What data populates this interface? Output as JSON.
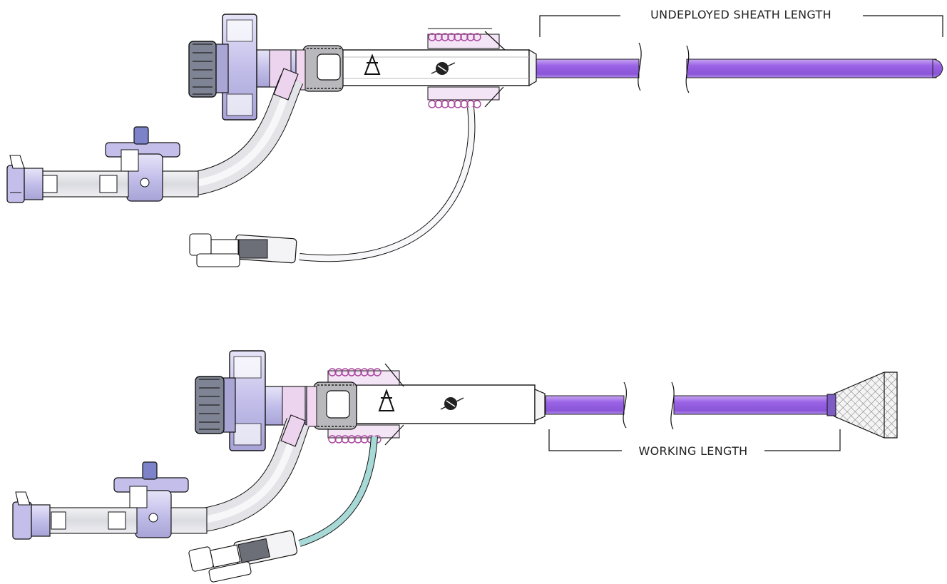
{
  "dimensions": {
    "undeployed_label": "UNDEPLOYED SHEATH LENGTH",
    "working_label": "WORKING LENGTH"
  },
  "colors": {
    "sheath_purple": "#9b63e6",
    "sheath_purple_light": "#c7a6f2",
    "hub_lavender": "#c9c6ee",
    "hub_pink": "#ecd3ee",
    "cap_gray": "#8a8f9e",
    "flush_line_teal": "#a7d9d7",
    "line": "#111111"
  },
  "devices": [
    {
      "name": "device-undeployed",
      "state": "undeployed",
      "funnel": false
    },
    {
      "name": "device-deployed",
      "state": "deployed",
      "funnel": true
    }
  ]
}
